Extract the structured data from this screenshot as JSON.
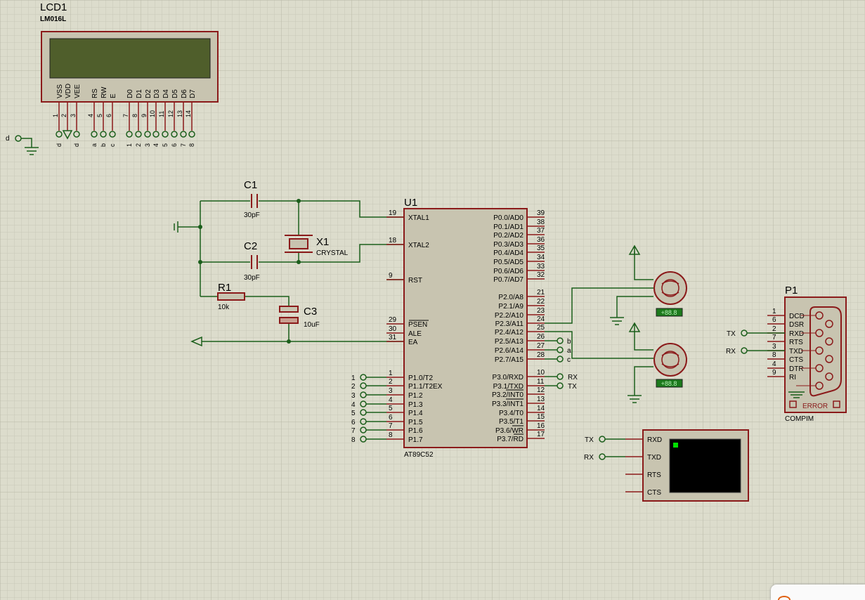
{
  "lcd": {
    "ref": "LCD1",
    "model": "LM016L",
    "pins": [
      "VSS",
      "VDD",
      "VEE",
      "RS",
      "RW",
      "E",
      "D0",
      "D1",
      "D2",
      "D3",
      "D4",
      "D5",
      "D6",
      "D7"
    ],
    "pin_numbers": [
      "1",
      "2",
      "3",
      "4",
      "5",
      "6",
      "7",
      "8",
      "9",
      "10",
      "11",
      "12",
      "13",
      "14"
    ],
    "net_labels": [
      "d",
      "",
      "d",
      "a",
      "b",
      "c",
      "1",
      "2",
      "3",
      "4",
      "5",
      "6",
      "7",
      "8"
    ]
  },
  "ground_net": "d",
  "c1": {
    "ref": "C1",
    "value": "30pF"
  },
  "c2": {
    "ref": "C2",
    "value": "30pF"
  },
  "x1": {
    "ref": "X1",
    "value": "CRYSTAL"
  },
  "r1": {
    "ref": "R1",
    "value": "10k"
  },
  "c3": {
    "ref": "C3",
    "value": "10uF"
  },
  "u1": {
    "ref": "U1",
    "model": "AT89C52",
    "left_pins": [
      {
        "num": "19",
        "name": "XTAL1"
      },
      {
        "num": "18",
        "name": "XTAL2"
      },
      {
        "num": "9",
        "name": "RST"
      },
      {
        "num": "29",
        "name": "PSEN"
      },
      {
        "num": "30",
        "name": "ALE"
      },
      {
        "num": "31",
        "name": "EA"
      },
      {
        "num": "1",
        "name": "P1.0/T2"
      },
      {
        "num": "2",
        "name": "P1.1/T2EX"
      },
      {
        "num": "3",
        "name": "P1.2"
      },
      {
        "num": "4",
        "name": "P1.3"
      },
      {
        "num": "5",
        "name": "P1.4"
      },
      {
        "num": "6",
        "name": "P1.5"
      },
      {
        "num": "7",
        "name": "P1.6"
      },
      {
        "num": "8",
        "name": "P1.7"
      }
    ],
    "right_pins": [
      {
        "num": "39",
        "name": "P0.0/AD0"
      },
      {
        "num": "38",
        "name": "P0.1/AD1"
      },
      {
        "num": "37",
        "name": "P0.2/AD2"
      },
      {
        "num": "36",
        "name": "P0.3/AD3"
      },
      {
        "num": "35",
        "name": "P0.4/AD4"
      },
      {
        "num": "34",
        "name": "P0.5/AD5"
      },
      {
        "num": "33",
        "name": "P0.6/AD6"
      },
      {
        "num": "32",
        "name": "P0.7/AD7"
      },
      {
        "num": "21",
        "name": "P2.0/A8"
      },
      {
        "num": "22",
        "name": "P2.1/A9"
      },
      {
        "num": "23",
        "name": "P2.2/A10"
      },
      {
        "num": "24",
        "name": "P2.3/A11"
      },
      {
        "num": "25",
        "name": "P2.4/A12"
      },
      {
        "num": "26",
        "name": "P2.5/A13"
      },
      {
        "num": "27",
        "name": "P2.6/A14"
      },
      {
        "num": "28",
        "name": "P2.7/A15"
      },
      {
        "num": "10",
        "name": "P3.0/RXD"
      },
      {
        "num": "11",
        "name": "P3.1/TXD"
      },
      {
        "num": "12",
        "name": "P3.2/INT0"
      },
      {
        "num": "13",
        "name": "P3.3/INT1"
      },
      {
        "num": "14",
        "name": "P3.4/T0"
      },
      {
        "num": "15",
        "name": "P3.5/T1"
      },
      {
        "num": "16",
        "name": "P3.6/WR"
      },
      {
        "num": "17",
        "name": "P3.7/RD"
      }
    ]
  },
  "p1_net_labels": [
    "1",
    "2",
    "3",
    "4",
    "5",
    "6",
    "7",
    "8"
  ],
  "p2_net_labels": [
    "b",
    "a",
    "c"
  ],
  "p3_net_labels": [
    "RX",
    "TX"
  ],
  "motor_display": "+88.8",
  "p1": {
    "ref": "P1",
    "model": "COMPIM",
    "status": "ERROR",
    "pins": [
      {
        "num": "1",
        "name": "DCD"
      },
      {
        "num": "6",
        "name": "DSR"
      },
      {
        "num": "2",
        "name": "RXD"
      },
      {
        "num": "7",
        "name": "RTS"
      },
      {
        "num": "3",
        "name": "TXD"
      },
      {
        "num": "8",
        "name": "CTS"
      },
      {
        "num": "4",
        "name": "DTR"
      },
      {
        "num": "9",
        "name": "RI"
      }
    ],
    "net_txd": "TX",
    "net_rxd": "RX"
  },
  "terminal": {
    "pins": [
      "RXD",
      "TXD",
      "RTS",
      "CTS"
    ],
    "net_rxd": "TX",
    "net_txd": "RX"
  },
  "colors": {
    "grid": "#c3c3b4",
    "wire": "#1b5e1b",
    "body": "#c8c4b0",
    "outline": "#8b1a1a",
    "lcd_screen": "#4f5e2b",
    "terminal_screen": "#000000",
    "display_bg": "#1c7a1c"
  }
}
